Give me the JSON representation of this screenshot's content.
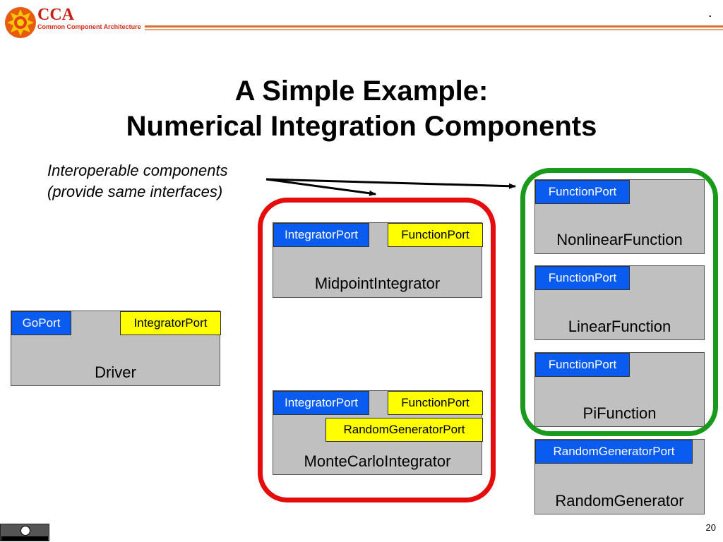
{
  "header": {
    "logo_text": "CCA",
    "logo_subtitle": "Common Component Architecture",
    "corner_mark": "."
  },
  "title": {
    "line1": "A Simple Example:",
    "line2": "Numerical Integration Components"
  },
  "annotation": {
    "line1": "Interoperable components",
    "line2": "(provide same interfaces)"
  },
  "colors": {
    "provides_port": "#0a5cf0",
    "uses_port": "#ffff00",
    "component_fill": "#c0c0c0",
    "red_group": "#e40c0c",
    "green_group": "#1a9a1a",
    "header_rule": "#d8703c"
  },
  "components": {
    "driver": {
      "name": "Driver",
      "provides": "GoPort",
      "uses": "IntegratorPort"
    },
    "midpoint": {
      "name": "MidpointIntegrator",
      "provides": "IntegratorPort",
      "uses": "FunctionPort"
    },
    "montecarlo": {
      "name": "MonteCarloIntegrator",
      "provides": "IntegratorPort",
      "uses": [
        "FunctionPort",
        "RandomGeneratorPort"
      ]
    },
    "nonlinear": {
      "name": "NonlinearFunction",
      "provides": "FunctionPort"
    },
    "linear": {
      "name": "LinearFunction",
      "provides": "FunctionPort"
    },
    "pi": {
      "name": "PiFunction",
      "provides": "FunctionPort"
    },
    "random": {
      "name": "RandomGenerator",
      "provides": "RandomGeneratorPort"
    }
  },
  "footer": {
    "slide_number": "20",
    "license_icon": "cc-some-rights-reserved-icon"
  }
}
